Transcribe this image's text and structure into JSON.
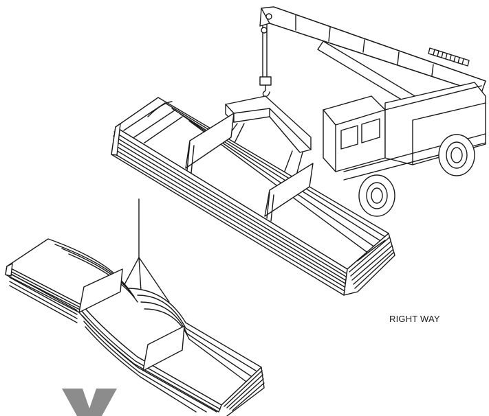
{
  "figure": {
    "caption": "RIGHT WAY"
  },
  "colors": {
    "ink": "#1a1a1a",
    "paper": "#ffffff",
    "mark_gray": "#8c8c8c"
  },
  "icons": {
    "crane": "mobile-crane-icon",
    "spreader": "spreader-bar-icon",
    "hook": "crane-hook-icon",
    "coil_right": "coil-bundle-straight-lift",
    "coil_wrong": "coil-bundle-sagging-lift",
    "wrong_mark": "gray-x-mark"
  }
}
